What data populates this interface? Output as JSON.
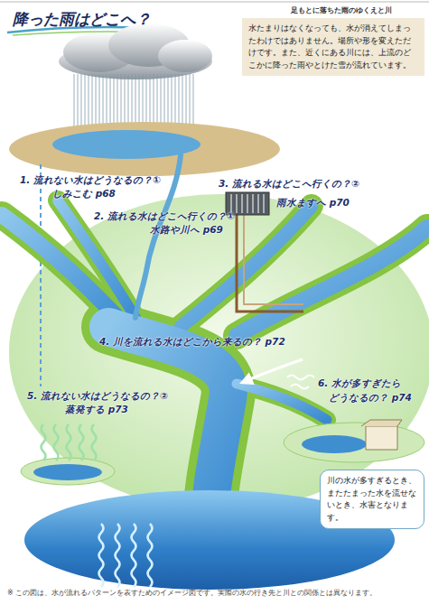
{
  "diagram": {
    "title": "降った雨はどこへ？",
    "caption": "※ この図は、水が流れるパターンを表すためのイメージ図です。実際の水の行き先と川との関係とは異なります。",
    "nodes": [
      {
        "text": [
          "水たまりはなくなっても、水が消えてしまったわけではありません。場所や形を変えただけです。また、近くにある川には、上流のどこかに降った雨やとけた雪が流れています。"
        ]
      },
      {
        "text": [
          "川の水が多すぎるとき、またたまった水を流せないとき、水害となります。"
        ]
      }
    ],
    "labels": [
      "足もとに落ちた雨のゆくえと川",
      "1. 流れない水はどうなるの？①",
      "しみこむ p68",
      "2. 流れる水はどこへ行くの？①",
      "水路や川へ p69",
      "3. 流れる水はどこへ行くの？②",
      "雨水ますへ p70",
      "4. 川を流れる水はどこから来るの？ p72",
      "5. 流れない水はどうなるの？②",
      "蒸発する p73",
      "6. 水が多すぎたら",
      "どうなるの？ p74"
    ]
  }
}
